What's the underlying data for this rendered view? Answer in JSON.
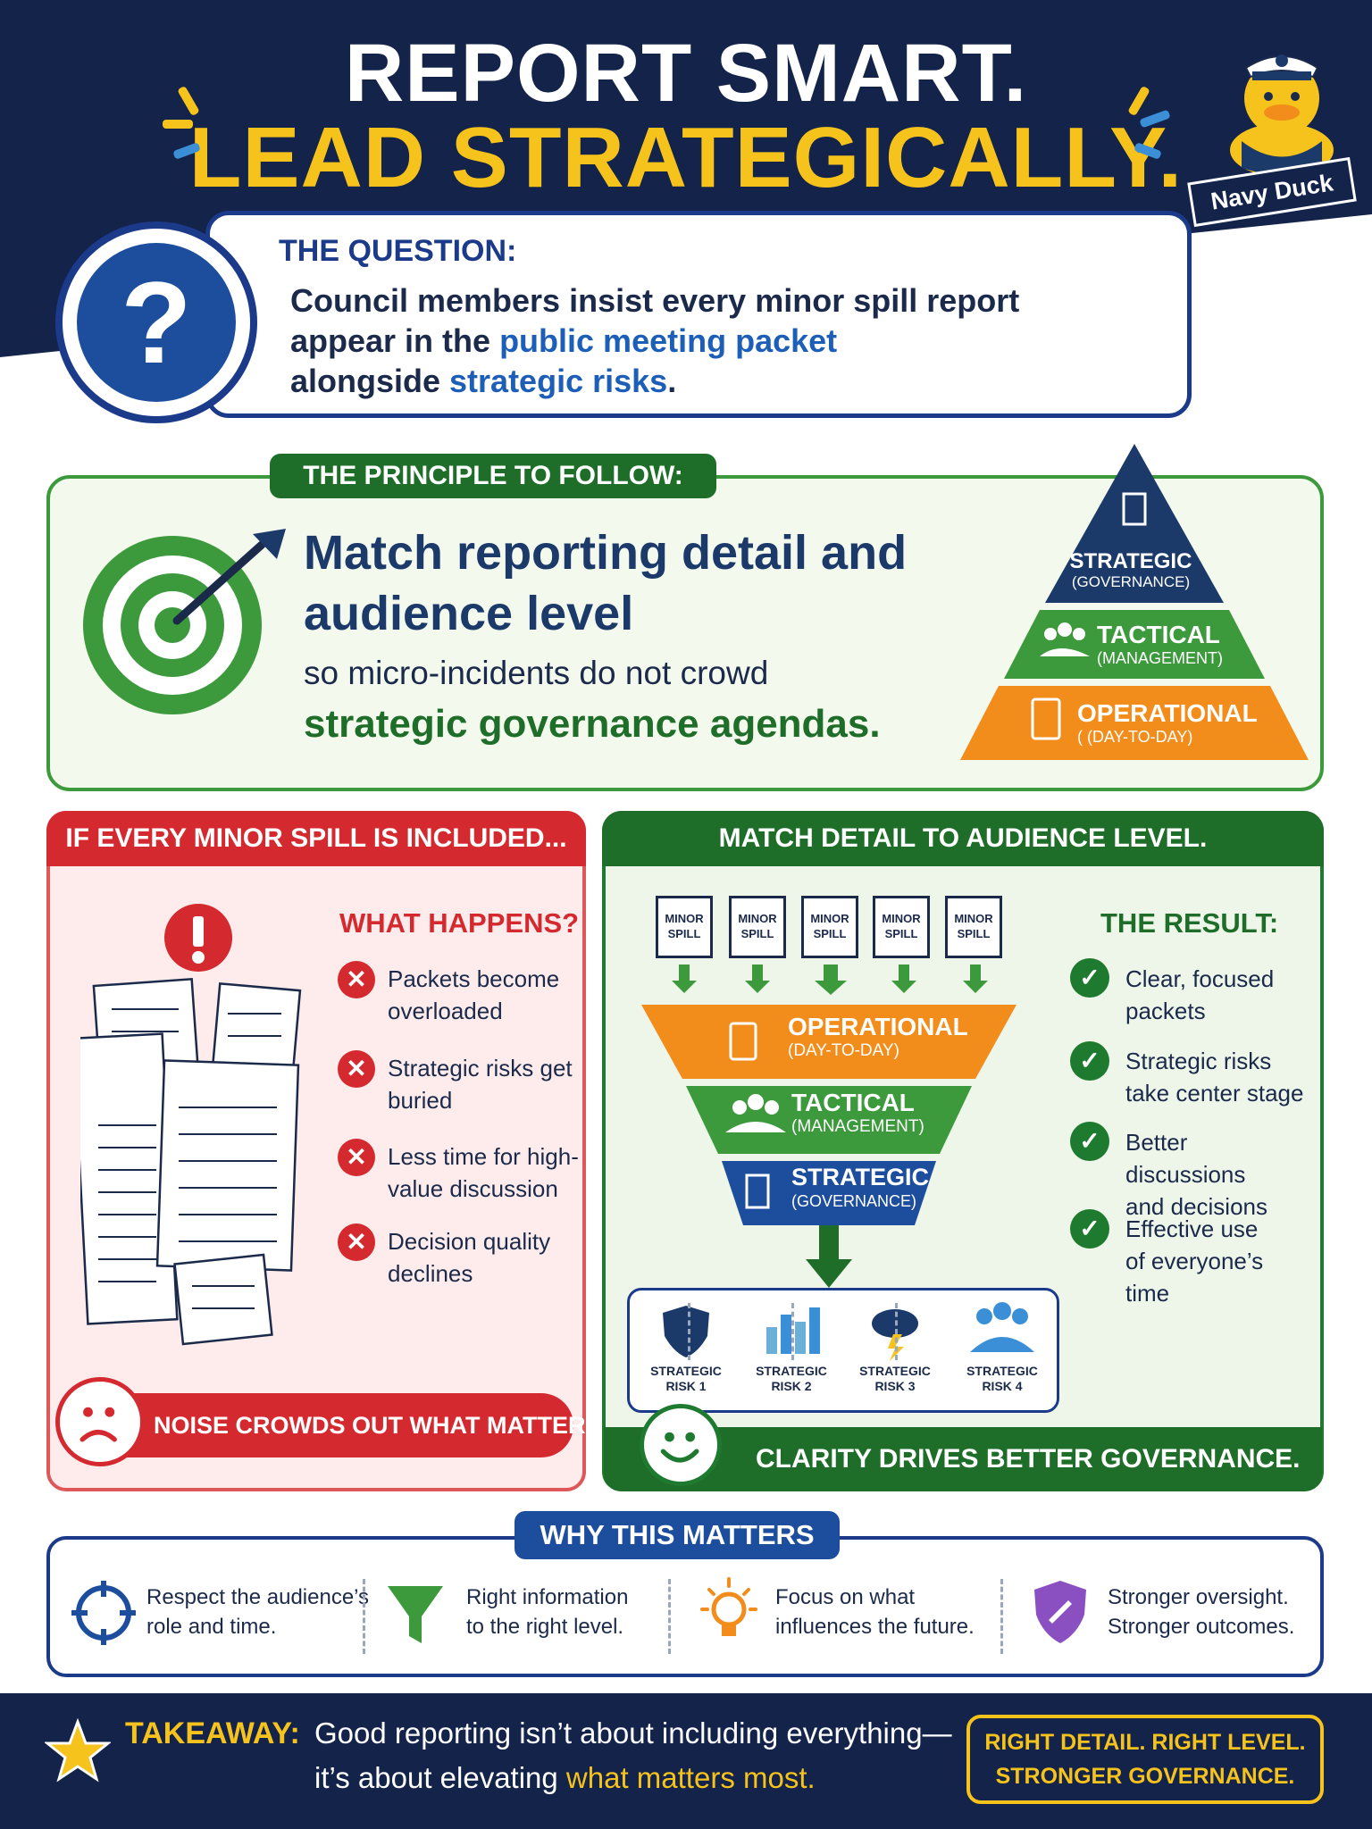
{
  "header": {
    "title_line1": "REPORT SMART.",
    "title_line2": "LEAD STRATEGICALLY.",
    "mascot_label": "Navy Duck"
  },
  "question": {
    "label": "THE QUESTION:",
    "line1": "Council members insist every minor spill report",
    "line2_plain": "appear in the ",
    "line2_highlight": "public meeting packet",
    "line3_plain": "alongside ",
    "line3_highlight": "strategic risks",
    "line3_end": "."
  },
  "principle": {
    "tag": "THE PRINCIPLE TO FOLLOW:",
    "headline_line1": "Match reporting detail and",
    "headline_line2": "audience level",
    "sub": "so micro-incidents do not crowd",
    "sub_emphasis": "strategic governance agendas.",
    "pyramid": [
      {
        "label": "STRATEGIC",
        "sub": "(GOVERNANCE)",
        "color": "#1b3a6a"
      },
      {
        "label": "TACTICAL",
        "sub": "(MANAGEMENT)",
        "color": "#3c9a3c"
      },
      {
        "label": "OPERATIONAL",
        "sub": "(  (DAY-TO-DAY)",
        "color": "#f28c1b"
      }
    ]
  },
  "problem": {
    "header": "IF EVERY MINOR SPILL IS INCLUDED...",
    "what_happens": "WHAT HAPPENS?",
    "items": [
      {
        "l1": "Packets become",
        "l2": "overloaded"
      },
      {
        "l1": "Strategic risks get",
        "l2": "buried"
      },
      {
        "l1": "Less time for high-",
        "l2": "value discussion"
      },
      {
        "l1": "Decision quality",
        "l2": "declines"
      }
    ],
    "footer": "NOISE CROWDS OUT WHAT MATTERS.",
    "accent": "#d42a2f"
  },
  "solution": {
    "header": "MATCH DETAIL TO AUDIENCE LEVEL.",
    "spills": [
      "MINOR SPILL",
      "MINOR SPILL",
      "MINOR SPILL",
      "MINOR SPILL",
      "MINOR SPILL"
    ],
    "funnel": [
      {
        "label": "OPERATIONAL",
        "sub": "(DAY-TO-DAY)"
      },
      {
        "label": "TACTICAL",
        "sub": "(MANAGEMENT)"
      },
      {
        "label": "STRATEGIC",
        "sub": "(GOVERNANCE)"
      }
    ],
    "risks": [
      "STRATEGIC RISK 1",
      "STRATEGIC RISK 2",
      "STRATEGIC RISK 3",
      "STRATEGIC RISK 4"
    ],
    "result_title": "THE RESULT:",
    "results": [
      {
        "l1": "Clear, focused",
        "l2": "packets",
        "l3": ""
      },
      {
        "l1": "Strategic risks",
        "l2": "take center stage",
        "l3": ""
      },
      {
        "l1": "Better discussions",
        "l2": "and decisions",
        "l3": ""
      },
      {
        "l1": "Effective use",
        "l2": "of everyone’s",
        "l3": "time"
      }
    ],
    "footer": "CLARITY DRIVES BETTER GOVERNANCE.",
    "accent": "#1e6d28"
  },
  "why": {
    "tag": "WHY THIS MATTERS",
    "items": [
      {
        "icon": "target-icon",
        "l1": "Respect the audience’s",
        "l2": "role and time."
      },
      {
        "icon": "funnel-icon",
        "l1": "Right information",
        "l2": "to the right level."
      },
      {
        "icon": "lightbulb-icon",
        "l1": "Focus on what",
        "l2": "influences the future."
      },
      {
        "icon": "shield-icon",
        "l1": "Stronger oversight.",
        "l2": "Stronger outcomes."
      }
    ]
  },
  "takeaway": {
    "label": "TAKEAWAY:",
    "line1": "Good reporting isn’t about including everything—",
    "line2_plain": "it’s about elevating ",
    "line2_highlight": "what matters most.",
    "box_line1": "RIGHT DETAIL. RIGHT LEVEL.",
    "box_line2": "STRONGER GOVERNANCE."
  },
  "colors": {
    "navy": "#13234a",
    "gold": "#f6c21c",
    "blue": "#1d4e9e",
    "green": "#1e6d28",
    "red": "#d42a2f",
    "orange": "#f28c1b"
  }
}
